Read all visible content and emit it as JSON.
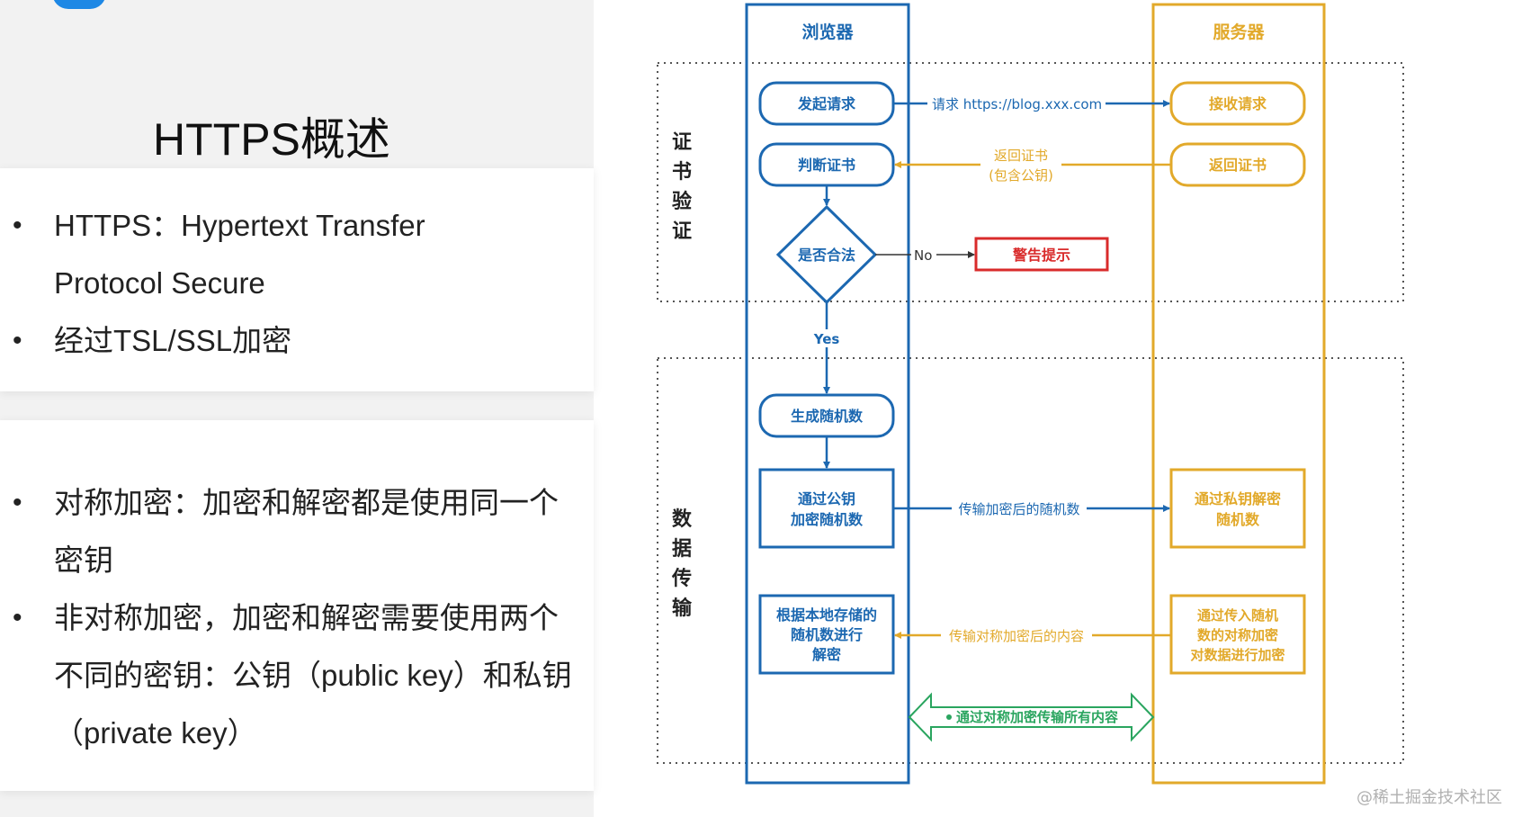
{
  "slide": {
    "section_title": "HTTPS概述",
    "top_card_items": [
      "HTTPS：Hypertext Transfer Protocol Secure",
      "经过TSL/SSL加密"
    ],
    "bottom_card_items": [
      "对称加密：加密和解密都是使用同一个密钥",
      "非对称加密，加密和解密需要使用两个不同的密钥：公钥（public key）和私钥（private key）"
    ]
  },
  "diagram": {
    "browser_label": "浏览器",
    "server_label": "服务器",
    "cert_section_label": "证书验证",
    "data_section_label": "数据传输",
    "browser_nodes": {
      "initiate_request": "发起请求",
      "check_cert": "判断证书",
      "is_valid": "是否合法",
      "generate_random": "生成随机数",
      "encrypt_random_lines": [
        "通过公钥",
        "加密随机数"
      ],
      "decrypt_lines": [
        "根据本地存储的",
        "随机数进行",
        "解密"
      ]
    },
    "server_nodes": {
      "receive_request": "接收请求",
      "return_cert": "返回证书",
      "decrypt_private_lines": [
        "通过私钥解密",
        "随机数"
      ],
      "encrypt_symmetric_lines": [
        "通过传入随机",
        "数的对称加密",
        "对数据进行加密"
      ]
    },
    "warning": "警告提示",
    "no_label": "No",
    "yes_label": "Yes",
    "edge_labels": {
      "request": "请求 https://blog.xxx.com",
      "return_cert_lines": [
        "返回证书",
        "(包含公钥)"
      ],
      "transfer_random": "传输加密后的随机数",
      "transfer_content": "传输对称加密后的内容",
      "symmetric_all": "通过对称加密传输所有内容"
    },
    "colors": {
      "browser": "#1c68b1",
      "server": "#e2a92a",
      "warning": "#d92b2b",
      "green": "#2aa55f",
      "dotted": "#555555"
    }
  },
  "watermark": "@稀土掘金技术社区"
}
